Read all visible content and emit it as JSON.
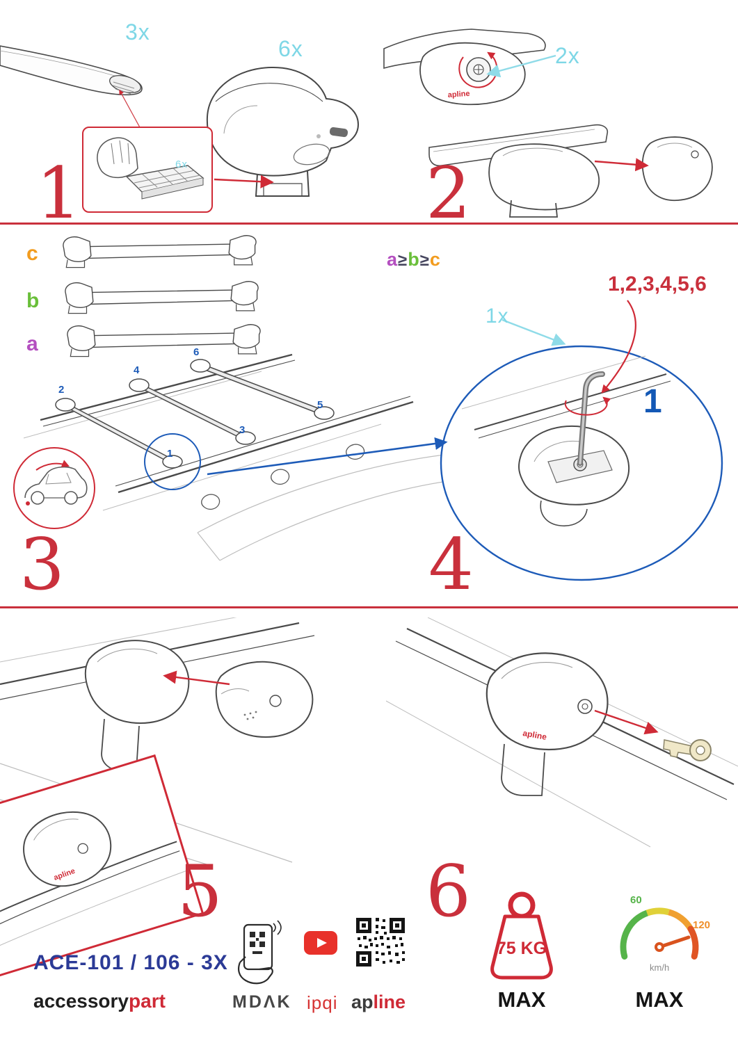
{
  "step1": {
    "number": "1",
    "bar_qty": "3x",
    "foot_qty": "6x",
    "pad_qty": "6x"
  },
  "step2": {
    "number": "2",
    "endcap_qty": "2x"
  },
  "step3": {
    "number": "3",
    "bar_c": "c",
    "bar_b": "b",
    "bar_a": "a",
    "rule_a": "a",
    "rule_gte1": "≥",
    "rule_b": "b",
    "rule_gte2": "≥",
    "rule_c": "c",
    "pos1": "1",
    "pos2": "2",
    "pos3": "3",
    "pos4": "4",
    "pos5": "5",
    "pos6": "6"
  },
  "step4": {
    "number": "4",
    "tool_qty": "1x",
    "sequence": "1,2,3,4,5,6",
    "first_position": "1"
  },
  "step5": {
    "number": "5"
  },
  "step6": {
    "number": "6"
  },
  "branding": {
    "foot_logo": "apline"
  },
  "footer": {
    "model_code": "ACE-101 / 106 - 3X",
    "brand_black": "accessory",
    "brand_red": "part",
    "mdak": "MDΛK",
    "ipqi": "ipqi",
    "apline_prefix": "ap",
    "apline_suffix": "line",
    "weight_limit": "75 KG",
    "weight_max": "MAX",
    "speed_low": "60",
    "speed_high": "120",
    "speed_unit": "km/h",
    "speed_max": "MAX"
  },
  "colors": {
    "accent_red": "#cf2a36",
    "qty_cyan": "#7ed7e6",
    "label_orange": "#f29c1f",
    "label_green": "#6abf3a",
    "label_purple": "#b44fc0",
    "position_blue": "#1d5bb8",
    "model_blue": "#2b3a96"
  }
}
